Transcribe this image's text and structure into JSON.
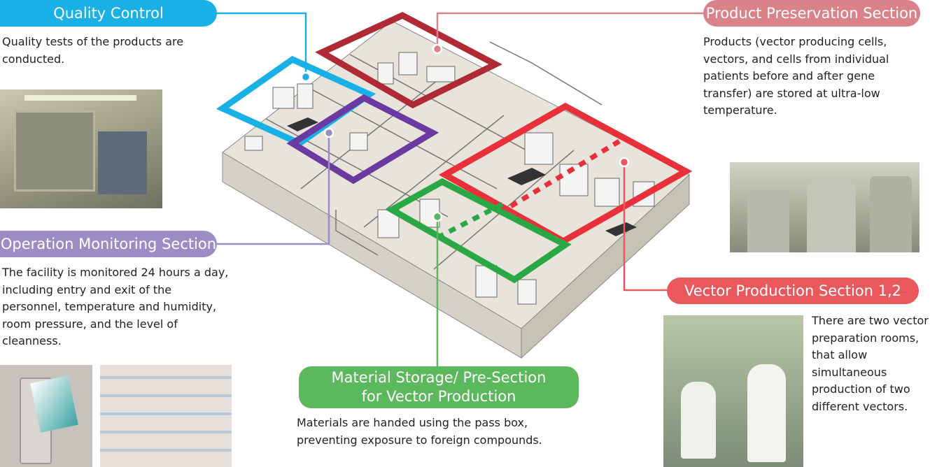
{
  "sections": {
    "quality_control": {
      "title": "Quality Control",
      "description": "Quality tests of the products are conducted.",
      "color": "#19b0e6"
    },
    "operation_monitoring": {
      "title": "Operation Monitoring Section",
      "description": "The facility is monitored 24 hours a day, including entry and exit of the personnel, temperature and humidity, room pressure, and the level of cleanness.",
      "color": "#9a8dc4"
    },
    "material_storage": {
      "title_line1": "Material Storage/ Pre-Section",
      "title_line2": "for Vector Production",
      "description_line1": "Materials are handed using the pass box,",
      "description_line2": "preventing exposure to foreign compounds.",
      "color": "#5cb85c"
    },
    "product_preservation": {
      "title": "Product Preservation Section",
      "description": "Products (vector producing cells, vectors, and cells from individual patients before and after gene transfer) are stored at ultra-low temperature.",
      "color": "#d9828a"
    },
    "vector_production": {
      "title": "Vector Production Section 1,2",
      "description": "There are two vector preparation rooms, that allow simultaneous production of two different vectors.",
      "color": "#e8585c"
    }
  }
}
